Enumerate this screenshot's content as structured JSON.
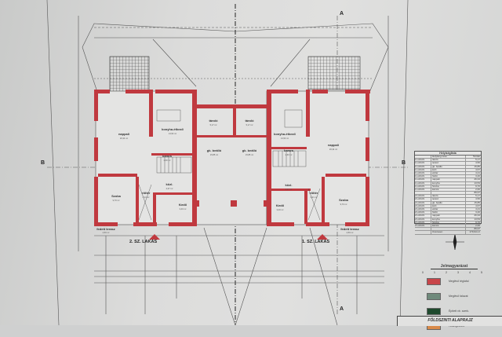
{
  "drawing_title": "FÖLDSZINTI ALAPRAJZ",
  "units": {
    "left": "2. SZ. LAKÁS",
    "right": "1. SZ. LAKÁS"
  },
  "section_marks": {
    "left": "B",
    "right": "B",
    "top": "A",
    "bottom": "A"
  },
  "rooms_left": [
    {
      "name": "nappali",
      "area": "26,34 m²"
    },
    {
      "name": "konyha-étkező",
      "area": "13,53 m²"
    },
    {
      "name": "kamra",
      "area": "2,60 m²"
    },
    {
      "name": "Szoba",
      "area": "9,70 m²"
    },
    {
      "name": "előtér",
      "area": "4,21 m²"
    },
    {
      "name": "közl.",
      "area": "4,67 m²"
    },
    {
      "name": "fürdő",
      "area": "3,40 m²"
    },
    {
      "name": "fedett terasz",
      "area": "4,50 m²"
    }
  ],
  "rooms_middle": [
    {
      "name": "tároló",
      "area": "5,17 m²"
    },
    {
      "name": "tároló",
      "area": "5,17 m²"
    },
    {
      "name": "gk. beálló",
      "area": "15,85 m²"
    },
    {
      "name": "gk. beálló",
      "area": "15,85 m²"
    }
  ],
  "rooms_right": [
    {
      "name": "nappali",
      "area": "26,34 m²"
    },
    {
      "name": "konyha-étkező",
      "area": "13,53 m²"
    },
    {
      "name": "kamra",
      "area": "2,60 m²"
    },
    {
      "name": "Szoba",
      "area": "9,70 m²"
    },
    {
      "name": "előtér",
      "area": "4,21 m²"
    },
    {
      "name": "közl.",
      "area": "4,67 m²"
    },
    {
      "name": "fürdő",
      "area": "3,40 m²"
    },
    {
      "name": "fedett terasz",
      "area": "4,50 m²"
    }
  ],
  "room_table": {
    "title": "Helyiséglista",
    "headers": [
      "",
      "Helyiség neve",
      "Terület"
    ],
    "rows": [
      [
        "1.LAKÁS",
        "tároló",
        "5,17"
      ],
      [
        "1.LAKÁS",
        "terasz",
        "4,50"
      ],
      [
        "1.LAKÁS",
        "gk. beálló",
        "15,85"
      ],
      [
        "1.LAKÁS",
        "közl.",
        "4,67"
      ],
      [
        "1.LAKÁS",
        "előtér",
        "4,21"
      ],
      [
        "1.LAKÁS",
        "fürdő",
        "3,40"
      ],
      [
        "1.LAKÁS",
        "nappali",
        "26,34"
      ],
      [
        "1.LAKÁS",
        "konyha",
        "13,53"
      ],
      [
        "1.LAKÁS",
        "Szoba",
        "9,70"
      ],
      [
        "1.LAKÁS",
        "kamra",
        "2,60"
      ],
      [
        "",
        "",
        "89,97"
      ],
      [
        "2.LAKÁS",
        "tároló",
        "5,17"
      ],
      [
        "2.LAKÁS",
        "terasz",
        "4,50"
      ],
      [
        "2.LAKÁS",
        "gk. beálló",
        "15,85"
      ],
      [
        "2.LAKÁS",
        "közl.",
        "4,67"
      ],
      [
        "2.LAKÁS",
        "előtér",
        "4,21"
      ],
      [
        "2.LAKÁS",
        "fürdő",
        "3,40"
      ],
      [
        "2.LAKÁS",
        "nappali",
        "26,34"
      ],
      [
        "2.LAKÁS",
        "konyha",
        "13,53"
      ],
      [
        "2.LAKÁS",
        "Szoba",
        "9,70"
      ],
      [
        "2.LAKÁS",
        "kamra",
        "2,60"
      ],
      [
        "",
        "",
        "89,97"
      ],
      [
        "",
        "Összesen",
        "179,94 m²"
      ]
    ]
  },
  "legend": {
    "title": "Jelmagyarázat",
    "scale_ticks": [
      "0",
      "1",
      "2",
      "3",
      "4",
      "5"
    ],
    "items": [
      {
        "label": "Meglévő téglafal",
        "color": "#c8454a"
      },
      {
        "label": "Meglévő falazat",
        "color": "#6f8a7c"
      },
      {
        "label": "Épített vb. szerk.",
        "color": "#1f4a2e"
      },
      {
        "label": "Hőszigetelés",
        "color": "#d98a4a"
      }
    ]
  },
  "colors": {
    "wall": "#c0393f",
    "line": "#3a3a3a",
    "paper": "#dcdcdb"
  }
}
